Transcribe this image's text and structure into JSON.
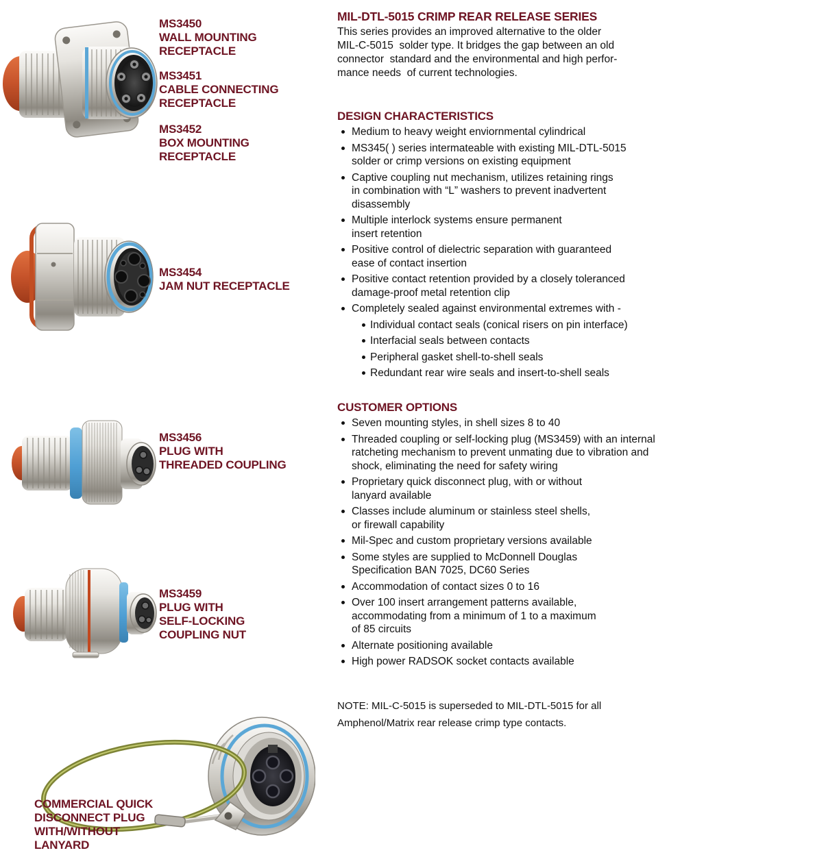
{
  "page": {
    "kind": "product catalog page",
    "background": "#ffffff"
  },
  "colors": {
    "heading_maroon": "#6E1423",
    "body_text": "#111111",
    "blue_band": "#5BA7D6",
    "orange_seal": "#C8552D",
    "lanyard_olive": "#7D8336",
    "metal_light": "#F3F2EF",
    "metal_dark": "#8F8B83"
  },
  "left_column": {
    "products": [
      {
        "name": "MS3450 wall mounting receptacle",
        "label": [
          "MS3450",
          "WALL MOUNTING",
          "RECEPTACLE"
        ]
      },
      {
        "name": "MS3451 cable connecting receptacle",
        "label": [
          "MS3451",
          "CABLE CONNECTING",
          "RECEPTACLE"
        ]
      },
      {
        "name": "MS3452 box mounting receptacle",
        "label": [
          "MS3452",
          "BOX MOUNTING",
          "RECEPTACLE"
        ]
      },
      {
        "name": "MS3454 jam nut receptacle",
        "label": [
          "MS3454",
          "JAM NUT RECEPTACLE"
        ]
      },
      {
        "name": "MS3456 plug with threaded coupling",
        "label": [
          "MS3456",
          "PLUG WITH",
          "THREADED COUPLING"
        ]
      },
      {
        "name": "MS3459 plug with self-locking coupling nut",
        "label": [
          "MS3459",
          "PLUG WITH",
          "SELF-LOCKING",
          "COUPLING NUT"
        ]
      },
      {
        "name": "commercial quick disconnect plug",
        "label": [
          "COMMERCIAL QUICK",
          "DISCONNECT PLUG",
          "WITH/WITHOUT",
          "LANYARD"
        ]
      }
    ]
  },
  "main": {
    "title": "MIL-DTL-5015 CRIMP REAR RELEASE SERIES",
    "intro": "This series provides an improved alternative to the older\nMIL-C-5015  solder type. It bridges the gap between an old\nconnector  standard and the environmental and high perfor-\nmance needs  of current technologies.",
    "sections": [
      {
        "heading": "DESIGN CHARACTERISTICS",
        "items": [
          {
            "level": 1,
            "text": "Medium to heavy weight enviornmental cylindrical"
          },
          {
            "level": 1,
            "text": "MS345( ) series intermateable with existing MIL-DTL-5015\nsolder or crimp versions on existing equipment"
          },
          {
            "level": 1,
            "text": "Captive coupling nut mechanism, utilizes retaining rings\nin combination with “L” washers to prevent inadvertent\ndisassembly"
          },
          {
            "level": 1,
            "text": "Multiple interlock systems ensure permanent\ninsert retention"
          },
          {
            "level": 1,
            "text": "Positive control of dielectric separation with guaranteed\nease of contact insertion"
          },
          {
            "level": 1,
            "text": "Positive contact retention provided by a closely toleranced\ndamage-proof metal retention clip"
          },
          {
            "level": 1,
            "text": "Completely sealed against environmental extremes with -"
          },
          {
            "level": 2,
            "text": "Individual contact seals (conical risers on pin interface)"
          },
          {
            "level": 2,
            "text": "Interfacial seals between contacts"
          },
          {
            "level": 2,
            "text": "Peripheral gasket shell-to-shell seals"
          },
          {
            "level": 2,
            "text": "Redundant rear wire seals and insert-to-shell seals"
          }
        ]
      },
      {
        "heading": "CUSTOMER OPTIONS",
        "items": [
          {
            "level": 1,
            "text": "Seven mounting styles, in shell sizes 8 to 40"
          },
          {
            "level": 1,
            "text": "Threaded coupling or self-locking plug (MS3459) with an internal\nratcheting mechanism to prevent unmating due to vibration and\nshock, eliminating the need for safety wiring"
          },
          {
            "level": 1,
            "text": "Proprietary quick disconnect plug, with or without\nlanyard available"
          },
          {
            "level": 1,
            "text": "Classes include aluminum or stainless steel shells,\nor firewall capability"
          },
          {
            "level": 1,
            "text": "Mil-Spec and custom proprietary versions available"
          },
          {
            "level": 1,
            "text": "Some styles are supplied to McDonnell Douglas\nSpecification BAN 7025, DC60 Series"
          },
          {
            "level": 1,
            "text": "Accommodation of contact sizes 0 to 16"
          },
          {
            "level": 1,
            "text": "Over 100 insert arrangement patterns available,\naccommodating from a minimum of 1 to a maximum\nof 85 circuits"
          },
          {
            "level": 1,
            "text": "Alternate positioning available"
          },
          {
            "level": 1,
            "text": "High power RADSOK socket contacts available"
          }
        ]
      }
    ],
    "note": "NOTE: MIL-C-5015 is superseded to MIL-DTL-5015 for all\nAmphenol/Matrix rear release crimp type contacts."
  }
}
